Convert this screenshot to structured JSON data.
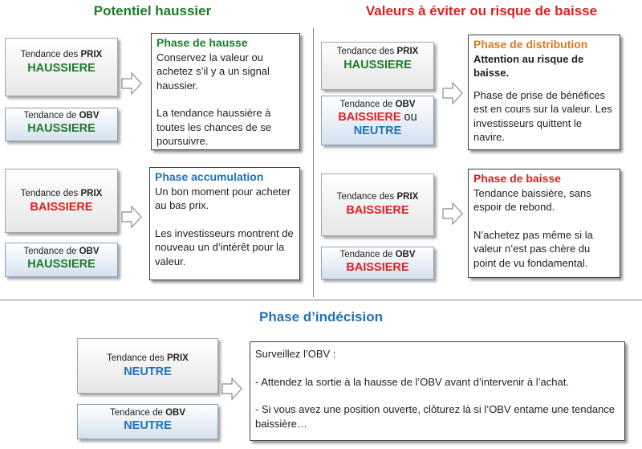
{
  "headings": {
    "left": "Potentiel haussier",
    "right": "Valeurs à éviter ou risque de baisse",
    "bottom": "Phase d’indécision"
  },
  "colors": {
    "green": "#1e7c2a",
    "red": "#e02020",
    "blue": "#1f72b8",
    "orange": "#e0781e"
  },
  "labels": {
    "prix_prefix": "Tendance des ",
    "prix_word": "PRIX",
    "obv_prefix": "Tendance de ",
    "obv_word": "OBV"
  },
  "panels": {
    "hausse": {
      "prix": "HAUSSIERE",
      "obv": "HAUSSIERE",
      "title": "Phase de hausse",
      "p1": "Conservez la valeur ou achetez s’il y a un signal haussier.",
      "p2": "La tendance haussière à toutes les chances de se poursuivre."
    },
    "accumulation": {
      "prix": "BAISSIERE",
      "obv": "HAUSSIERE",
      "title": "Phase accumulation",
      "p1": "Un bon  moment pour acheter au bas prix.",
      "p2": "Les investisseurs montrent de nouveau  un d’intérêt pour la valeur."
    },
    "distribution": {
      "prix": "HAUSSIERE",
      "obv_a": "BAISSIERE",
      "obv_or": " ou",
      "obv_b": "NEUTRE",
      "title": "Phase de distribution",
      "subtitle": "Attention au risque de baisse.",
      "p1": "Phase de prise de bénéfices est en cours sur la valeur. Les investisseurs quittent le navire."
    },
    "baisse": {
      "prix": "BAISSIERE",
      "obv": "BAISSIERE",
      "title": "Phase de baisse",
      "p1": "Tendance baissière, sans espoir de rebond.",
      "p2": "N’achetez pas même si la valeur n’est pas chère du point de vu fondamental."
    },
    "indecision": {
      "prix": "NEUTRE",
      "obv": "NEUTRE",
      "p0": "Surveillez l’OBV :",
      "p1": "- Attendez la sortie à la hausse de l’OBV avant d’intervenir à l’achat.",
      "p2": "- Si vous avez une position ouverte, clôturez là si l’OBV entame une tendance baissière…"
    }
  }
}
